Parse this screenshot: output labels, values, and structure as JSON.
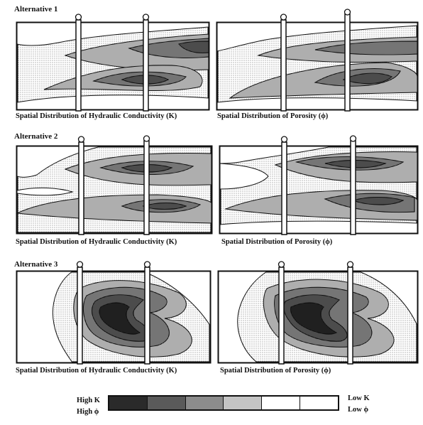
{
  "alternatives": [
    {
      "title": "Alternative 1",
      "left_caption": "Spatial Distribution of Hydraulic Conductivity (K)",
      "right_caption": "Spatial Distribution of Porosity (ϕ)"
    },
    {
      "title": "Alternative 2",
      "left_caption": "Spatial Distribution of Hydraulic Conductivity (K)",
      "right_caption": "Spatial Distribution of Porosity (ϕ)"
    },
    {
      "title": "Alternative 3",
      "left_caption": "Spatial Distribution of Hydraulic Conductivity (K)",
      "right_caption": "Spatial Distribution of Porosity (ϕ)"
    }
  ],
  "legend": {
    "high_k": "High K",
    "high_phi": "High ϕ",
    "low_k": "Low K",
    "low_phi": "Low ϕ",
    "classes": [
      "#2a2a2a",
      "#5a5a5a",
      "#8c8c8c",
      "#c4c4c4",
      "#ffffff",
      "#ffffff"
    ]
  }
}
